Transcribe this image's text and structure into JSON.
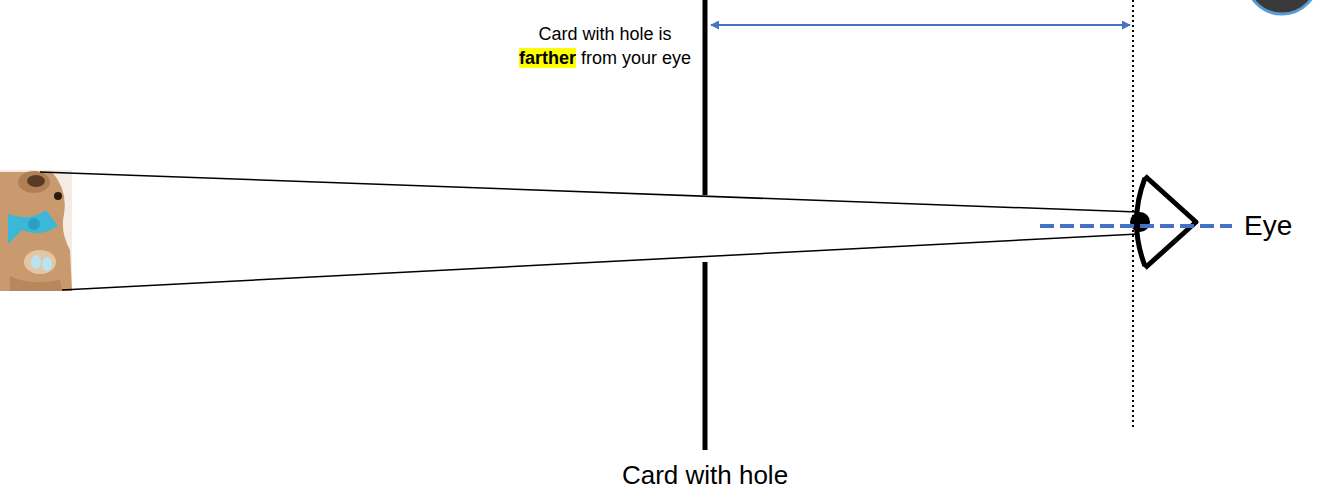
{
  "diagram": {
    "labels": [
      "Card with hole is farther from your eye",
      "Eye",
      "Card with hole"
    ]
  }
}
